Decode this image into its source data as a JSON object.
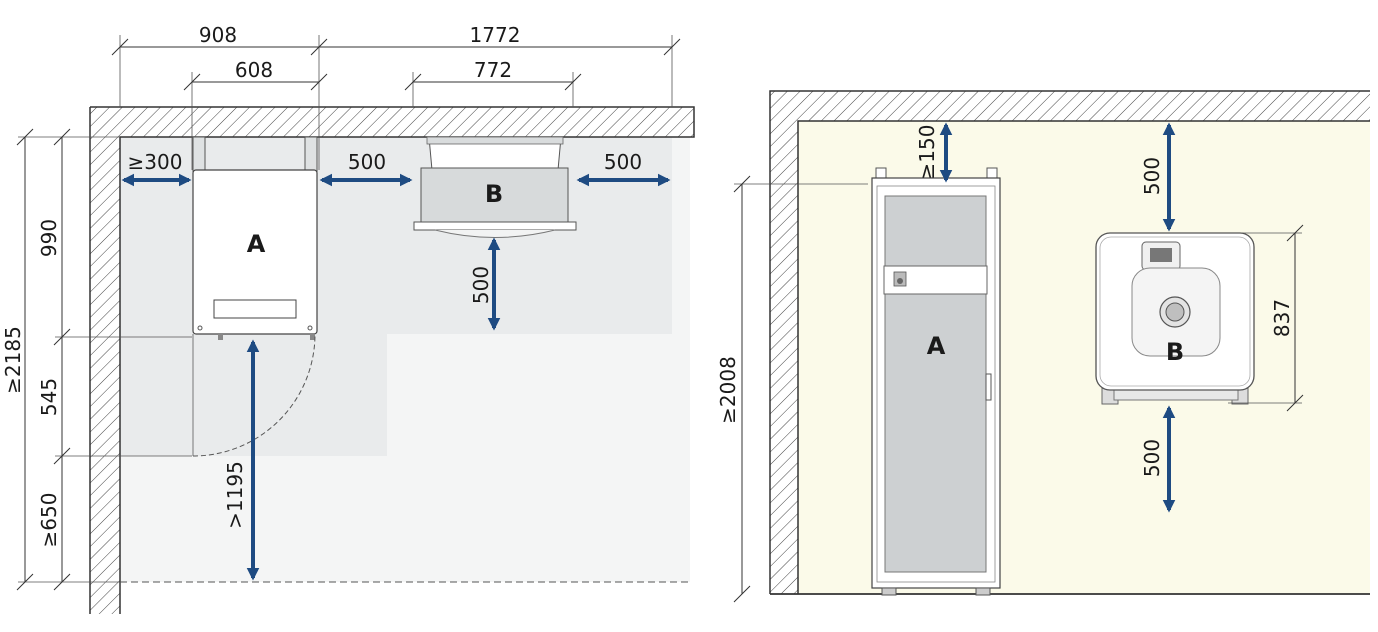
{
  "left_view": {
    "dims": {
      "top_908": "908",
      "top_1772": "1772",
      "top_608": "608",
      "top_772": "772",
      "side_300": "≥300",
      "gap_500_ab": "500",
      "gap_500_right": "500",
      "below_b_500": "500",
      "left_990": "990",
      "left_2185": "≥2185",
      "left_545": "545",
      "left_650": "≥650",
      "below_a_1195": ">1195"
    },
    "labels": {
      "device_a": "A",
      "device_b": "B"
    }
  },
  "right_view": {
    "dims": {
      "top_150": "≥150",
      "height_2008": "≥2008",
      "above_b_500": "500",
      "below_b_500": "500",
      "height_837": "837"
    },
    "labels": {
      "device_a": "A",
      "device_b": "B"
    }
  },
  "colors": {
    "arrow": "#1e4b82",
    "left_zone": "#e9ebec",
    "left_floor": "#f4f5f5",
    "right_room": "#fbfae9"
  }
}
